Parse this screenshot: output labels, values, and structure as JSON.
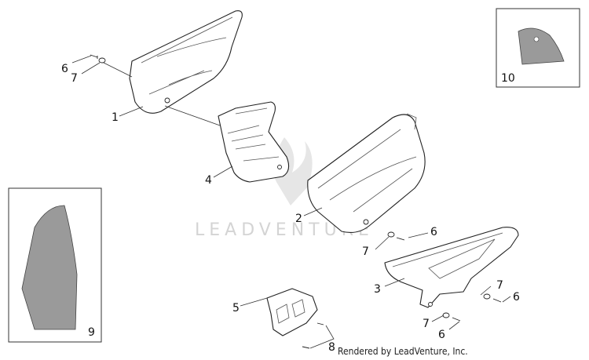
{
  "diagram": {
    "watermark": "LEADVENTURE",
    "footer": "Rendered by LeadVenture, Inc.",
    "callouts": {
      "c1": "1",
      "c2": "2",
      "c3": "3",
      "c4": "4",
      "c5": "5",
      "c6a": "6",
      "c6b": "6",
      "c6c": "6",
      "c6d": "6",
      "c7a": "7",
      "c7b": "7",
      "c7c": "7",
      "c7d": "7",
      "c8": "8",
      "c9": "9",
      "c10": "10"
    }
  }
}
